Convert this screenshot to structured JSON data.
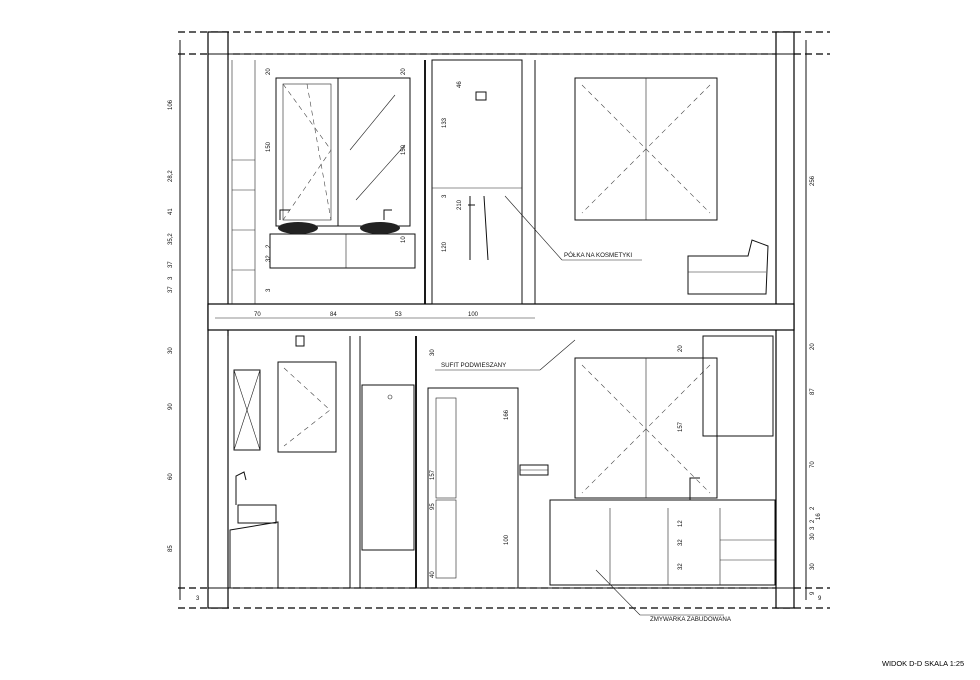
{
  "drawing": {
    "title": "WIDOK D-D SKALA 1:25",
    "labels": {
      "shelf": "PÓŁKA NA KOSMETYKI",
      "ceiling": "SUFIT PODWIESZANY",
      "dishwasher": "ZMYWARKA ZABUDOWANA"
    },
    "dims_left_upper": [
      "106",
      "28,2",
      "41",
      "35,2",
      "37",
      "3",
      "37"
    ],
    "dims_left_lower": [
      "30",
      "90",
      "60",
      "85"
    ],
    "dims_right_upper": [
      "256"
    ],
    "dims_right_lower": [
      "20",
      "87",
      "70",
      "2",
      "30",
      "30",
      "9",
      "2",
      "3"
    ],
    "dims_horizontal": [
      "70",
      "84",
      "53",
      "100"
    ],
    "dims_window_upper": [
      "20",
      "150",
      "20",
      "150",
      "10",
      "2",
      "32",
      "3"
    ],
    "dims_shower": [
      "46",
      "133",
      "3",
      "210",
      "120"
    ],
    "dims_door": [
      "30",
      "166",
      "157",
      "95",
      "100",
      "40"
    ],
    "dims_kitchen": [
      "20",
      "157",
      "12",
      "32",
      "32"
    ],
    "dims_lower_misc": [
      "3",
      "16",
      "9"
    ]
  }
}
